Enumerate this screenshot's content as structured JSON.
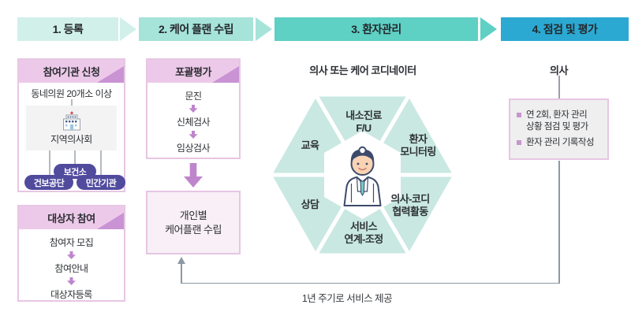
{
  "stages": [
    {
      "label": "1. 등록"
    },
    {
      "label": "2. 케어 플랜 수립"
    },
    {
      "label": "3. 환자관리"
    },
    {
      "label": "4. 점검 및 평가"
    }
  ],
  "registration": {
    "org_box": {
      "title": "참여기관 신청",
      "capacity": "동네의원 20개소 이상",
      "association": "지역의사회",
      "partners": [
        "보건소",
        "건보공단",
        "민간기관"
      ]
    },
    "participant_box": {
      "title": "대상자 참여",
      "steps": [
        "참여자 모집",
        "참여안내",
        "대상자등록"
      ]
    }
  },
  "care_plan": {
    "eval_box": {
      "title": "포괄평가",
      "steps": [
        "문진",
        "신체검사",
        "임상검사"
      ]
    },
    "plan_box": {
      "label": "개인별\n케어플랜 수립"
    }
  },
  "patient_mgmt": {
    "actor": "의사 또는 케어 코디네이터",
    "segments": {
      "top": "내소진료\nF/U",
      "top_left": "교육",
      "top_right": "환자\n모니터링",
      "bottom_left": "상담",
      "bottom_right": "의사-코디\n협력활동",
      "bottom": "서비스\n연계-조정"
    }
  },
  "evaluation": {
    "actor": "의사",
    "bullets": [
      "연 2회, 환자 관리\n상황 점검 및 평가",
      "환자 관리 기록작성"
    ]
  },
  "feedback_label": "1년 주기로 서비스 제공",
  "colors": {
    "stage1": "#d2f0ea",
    "stage2": "#a6e3d9",
    "stage3": "#5ed0c4",
    "stage4": "#2ba9d2",
    "pink_header": "#edc9e9",
    "pink_border": "#e7c6e3",
    "corner_fold": "#c993d4",
    "hex_mint": "#c9e8e2",
    "pill": "#514b9e",
    "purple_arrow": "#bf85cc",
    "loop_gray": "#8c99a4",
    "plan_box_bg": "#f8eff7",
    "eval_box_bg": "#efeff0"
  }
}
